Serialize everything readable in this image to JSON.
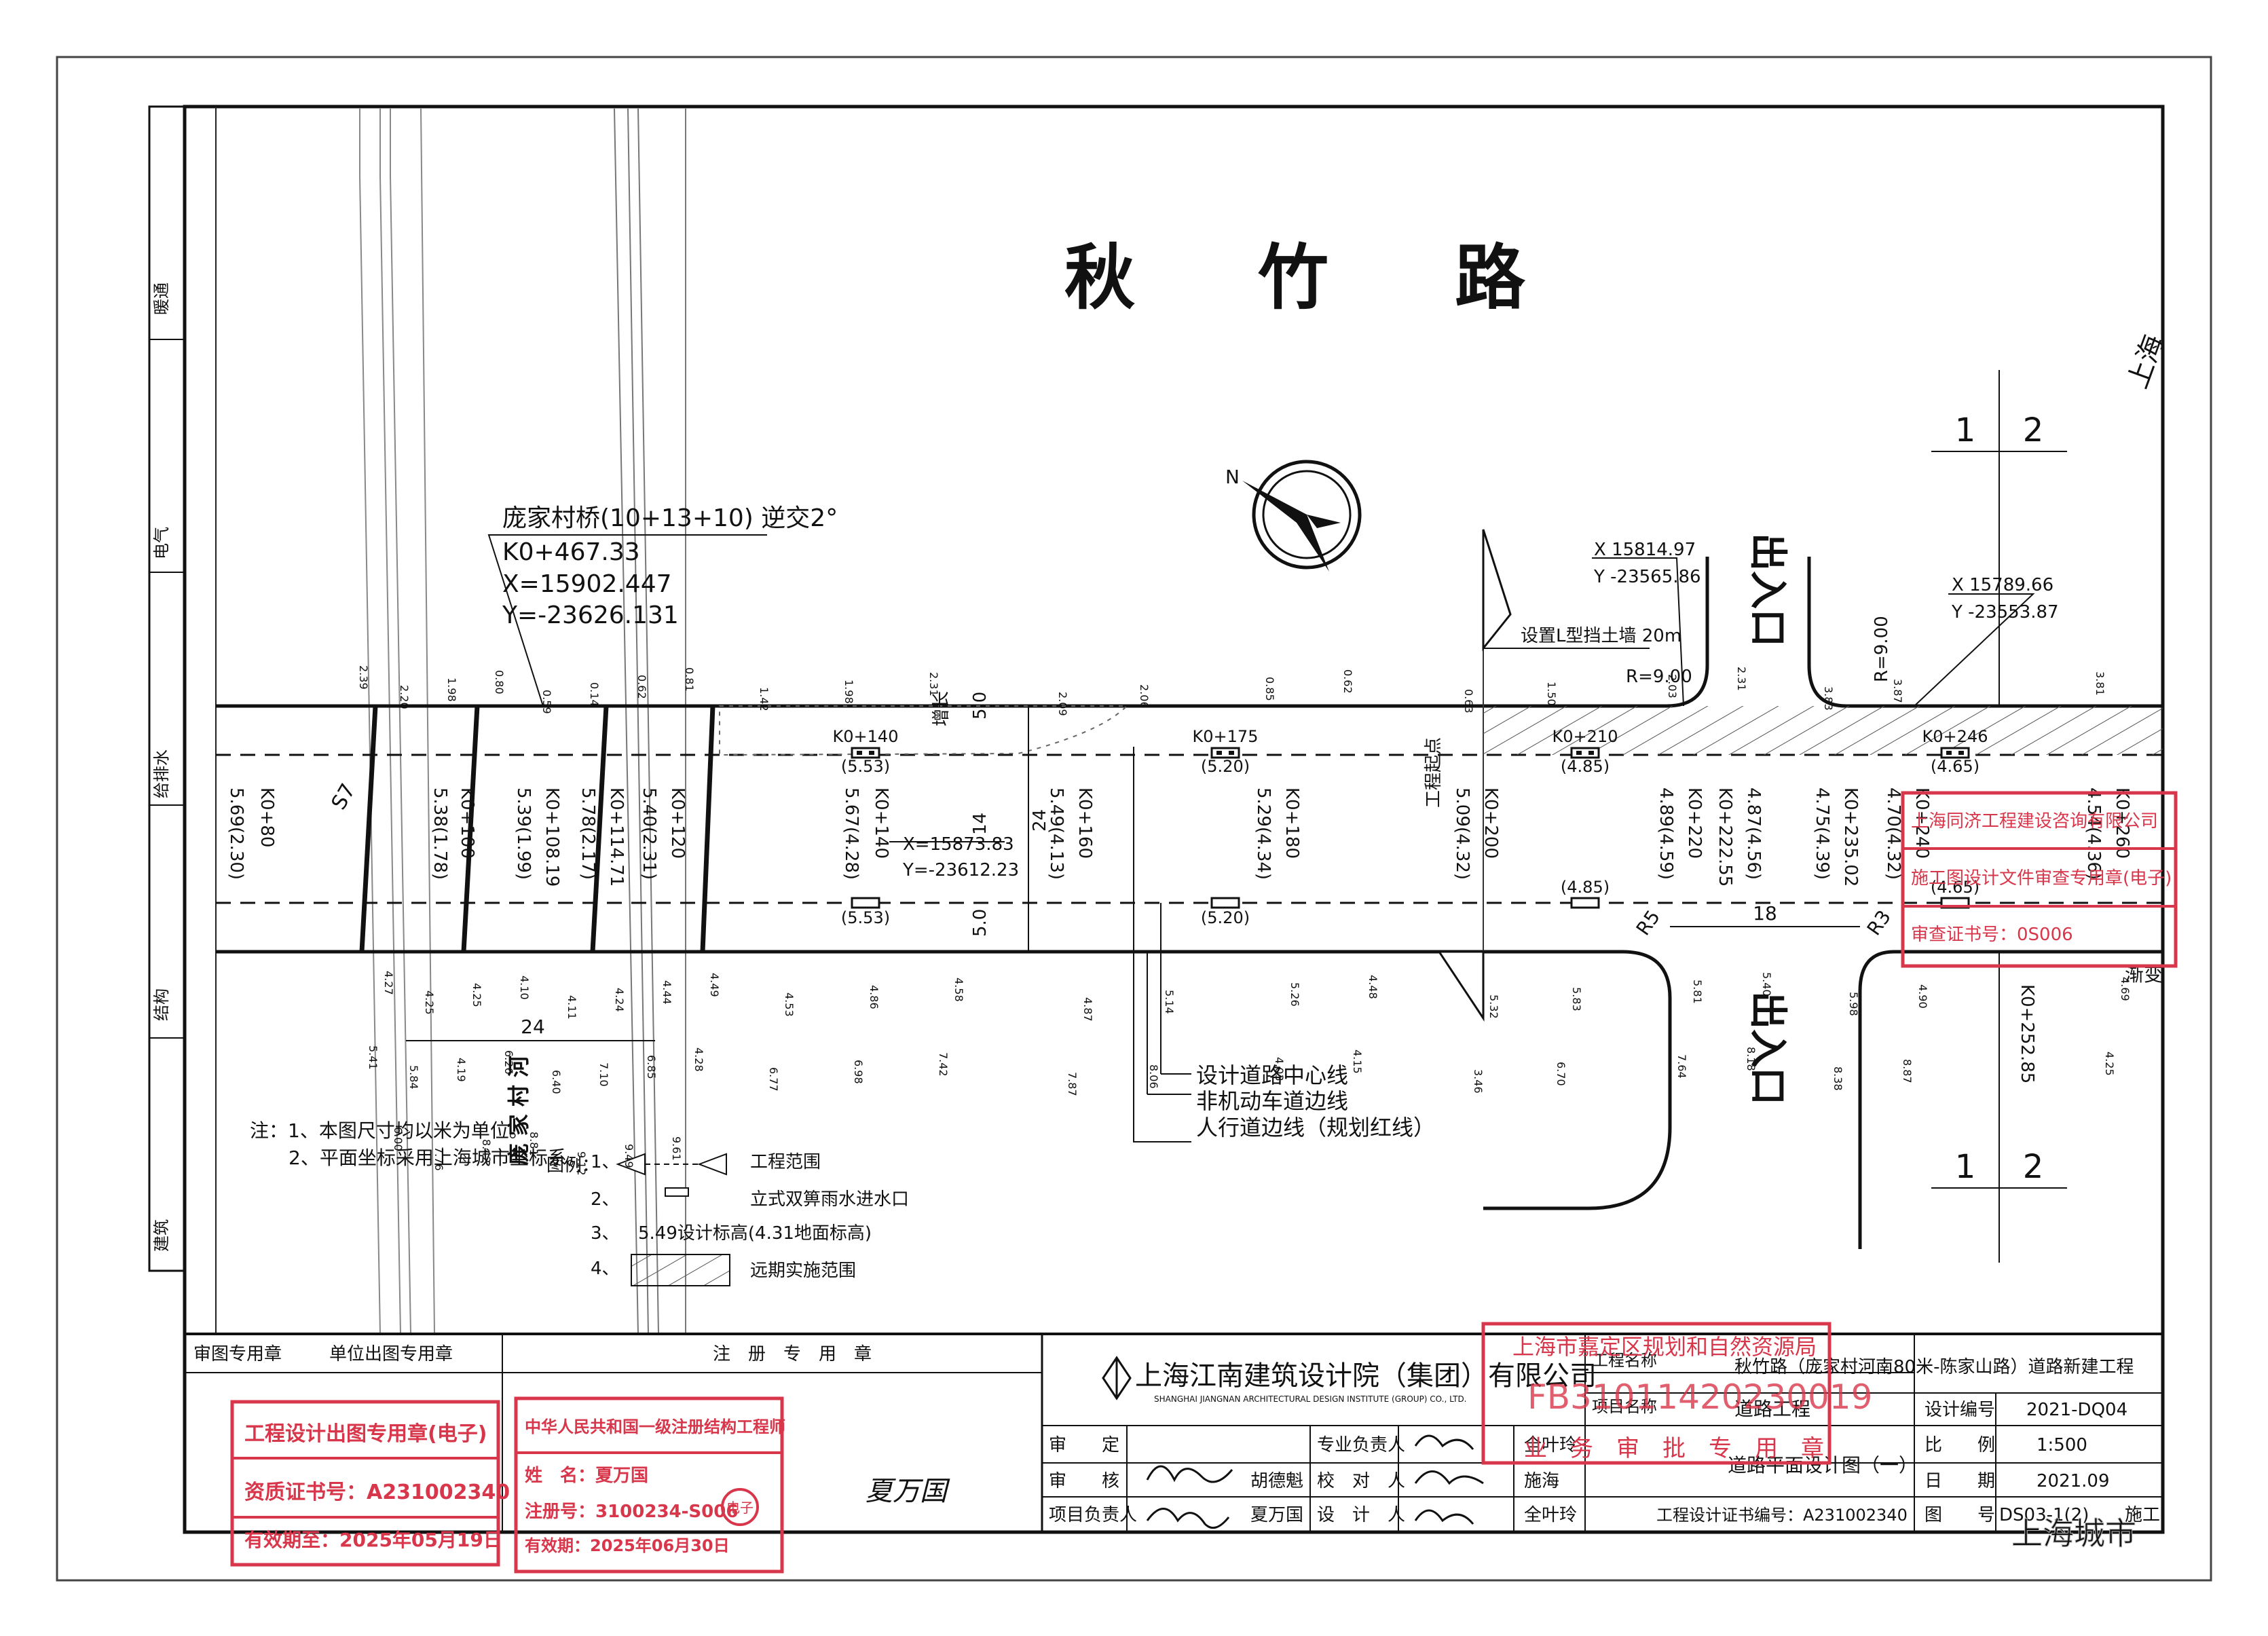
{
  "road_title": [
    "秋",
    "竹",
    "路"
  ],
  "side_labels": [
    "暖通",
    "电气",
    "给排水",
    "结构",
    "建筑"
  ],
  "bridge": {
    "name": "庞家村桥(10+13+10) 逆交2°",
    "station": "K0+467.33",
    "x": "X=15902.447",
    "y": "Y=-23626.131"
  },
  "river_label": "庞 家 村 河",
  "stations": [
    {
      "label": "K0+80",
      "sub": "5.69(2.30)"
    },
    {
      "label": "K0+100",
      "sub": "5.38(1.78)"
    },
    {
      "label": "K0+108.19",
      "sub": "5.39(1.99)"
    },
    {
      "label": "K0+114.71",
      "sub": "5.78(2.17)"
    },
    {
      "label": "K0+120",
      "sub": "5.40(2.31)"
    },
    {
      "label": "K0+140",
      "sub": "5.67(4.28)"
    },
    {
      "label": "K0+160",
      "sub": "5.49(4.13)"
    },
    {
      "label": "K0+180",
      "sub": "5.29(4.34)"
    },
    {
      "label": "K0+200",
      "sub": "5.09(4.32)"
    },
    {
      "label": "K0+220",
      "sub": "4.89(4.59)"
    },
    {
      "label": "K0+222.55",
      "sub": "4.87(4.56)"
    },
    {
      "label": "K0+235.02",
      "sub": "4.75(4.39)"
    },
    {
      "label": "K0+240",
      "sub": "4.70(4.32)"
    },
    {
      "label": "K0+260",
      "sub": "4.54(4.36)"
    }
  ],
  "top_markers": [
    {
      "label": "K0+140",
      "sub": "(5.53)"
    },
    {
      "label": "K0+175",
      "sub": "(5.20)"
    },
    {
      "label": "K0+210",
      "sub": "(4.85)"
    },
    {
      "label": "K0+246",
      "sub": "(4.65)"
    }
  ],
  "bottom_markers": [
    "(5.53)",
    "(5.20)",
    "(4.85)",
    "(4.65)"
  ],
  "coords": {
    "c1x": "X=15873.83",
    "c1y": "Y=-23612.23",
    "c2x": "X 15814.97",
    "c2y": "Y -23565.86",
    "c3x": "X 15789.66",
    "c3y": "Y -23553.87"
  },
  "labels": {
    "exit_top": "出入口",
    "exit_bottom": "出入口",
    "retaining_wall": "设置L型挡土墙 20m",
    "r9": "R=9.00",
    "r9b": "R=9.00",
    "r5": "R5",
    "r3": "R3",
    "dim18": "18",
    "dim24": "24",
    "dim24b": "24",
    "dim5top": "5.0",
    "dim5bot": "5.0",
    "dim14": "14",
    "k0252": "K0+252.85",
    "k0220top": "K0+220",
    "k0240top": "K0+240",
    "start_point": "工程起点",
    "taper": "渐变",
    "tangent": "增长",
    "s7": "S7",
    "corner_text": "上海",
    "section_1": "1",
    "section_2": "2"
  },
  "legend_lines": [
    "设计道路中心线",
    "非机动车道边线",
    "人行道边线（规划红线）"
  ],
  "notes": [
    "注：1、本图尺寸均以米为单位。",
    "2、平面坐标采用上海城市坐标系。"
  ],
  "legend": {
    "title": "图例：",
    "items": [
      {
        "num": "1、",
        "text": "工程范围"
      },
      {
        "num": "2、",
        "text": "立式双箅雨水进水口"
      },
      {
        "num": "3、",
        "text": "5.49设计标高(4.31地面标高)"
      },
      {
        "num": "4、",
        "text": "远期实施范围"
      }
    ]
  },
  "ground_elevations": [
    "2.39",
    "2.20",
    "1.98",
    "0.80",
    "0.59",
    "0.14",
    "0.62",
    "0.81",
    "1.42",
    "1.98",
    "2.31",
    "2.09",
    "2.06",
    "0.85",
    "0.62",
    "0.63",
    "1.50",
    "2.03",
    "2.31",
    "3.83",
    "3.87",
    "3.81",
    "4.27",
    "4.25",
    "4.25",
    "4.10",
    "4.11",
    "4.24",
    "4.44",
    "4.49",
    "4.53",
    "4.86",
    "4.58",
    "4.87",
    "5.14",
    "5.26",
    "4.48",
    "5.32",
    "5.83",
    "5.81",
    "5.40",
    "5.98",
    "4.90",
    "4.69",
    "5.41",
    "5.84",
    "4.19",
    "6.26",
    "6.40",
    "7.10",
    "6.85",
    "4.28",
    "6.77",
    "6.98",
    "7.42",
    "7.87",
    "8.06",
    "4.03",
    "4.15",
    "3.46",
    "6.70",
    "7.64",
    "8.18",
    "8.38",
    "8.87",
    "4.25",
    "6.00",
    "7.76",
    "8.42",
    "8.81",
    "9.12",
    "9.49",
    "9.61"
  ],
  "title_block": {
    "review_stamp_header": "审图专用章",
    "unit_stamp_header": "单位出图专用章",
    "reg_stamp_header": "注　册　专　用　章",
    "company": "上海江南建筑设计院（集团）有限公司",
    "company_en": "SHANGHAI JIANGNAN ARCHITECTURAL DESIGN INSTITUTE (GROUP) CO., LTD.",
    "project_label": "工程名称",
    "project_name": "秋竹路（庞家村河南80米-陈家山路）道路新建工程",
    "item_label": "项目名称",
    "item_name": "道路工程",
    "drawing_name": "道路平面设计图（一）",
    "roles": [
      {
        "role": "审　　定",
        "name": ""
      },
      {
        "role": "审　　核",
        "name": "胡德魁"
      },
      {
        "role": "项目负责人",
        "name": "夏万国"
      }
    ],
    "roles2": [
      {
        "role": "专业负责人",
        "name": "全叶玲"
      },
      {
        "role": "校　对　人",
        "name": "施海"
      },
      {
        "role": "设　计　人",
        "name": "全叶玲"
      }
    ],
    "props": [
      {
        "k": "设计编号",
        "v": "2021-DQ04"
      },
      {
        "k": "比　　例",
        "v": "1:500"
      },
      {
        "k": "日　　期",
        "v": "2021.09"
      },
      {
        "k": "图　　号",
        "v": "DS03-1(2)"
      }
    ],
    "stage": "施工",
    "cert_no": "工程设计证书编号：A231002340",
    "sig_name": "夏万国"
  },
  "stamps": {
    "design_seal": [
      "工程设计出图专用章(电子)",
      "资质证书号：A231002340",
      "有效期至：2025年05月19日"
    ],
    "engineer_seal": [
      "中华人民共和国一级注册结构工程师",
      "姓　名：夏万国",
      "注册号：3100234-S006",
      "有效期：2025年06月30日"
    ],
    "engineer_small": "电子",
    "approval_top": "上海市嘉定区规划和自然资源局",
    "approval_code": "FB31011420230019",
    "approval_bottom": "业　务　审　批　专　用　章",
    "right_seal": [
      "上海同济工程建设咨询有限公司",
      "施工图设计文件审查专用章(电子)",
      "审查证书号：0S006"
    ]
  },
  "watermark": "上海城市"
}
